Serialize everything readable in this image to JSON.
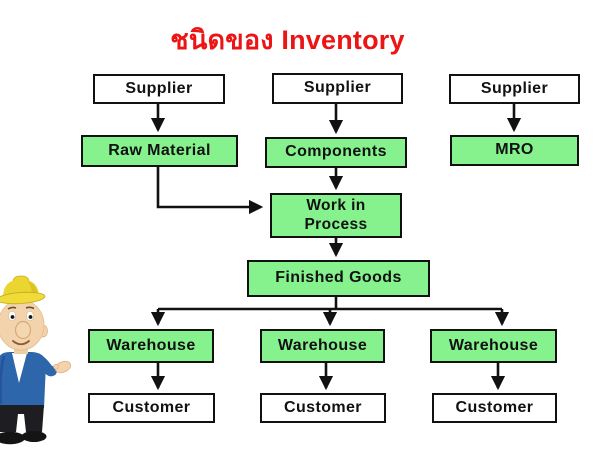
{
  "title": {
    "text": "ชนิดของ Inventory",
    "color": "#EC1414"
  },
  "colors": {
    "inventory_box_fill": "#85F28D",
    "external_box_fill": "#FFFFFF",
    "box_border": "#111111",
    "arrow": "#111111",
    "background": "#FFFFFF"
  },
  "nodes": {
    "supplier_1": {
      "label": "Supplier",
      "fill": "white"
    },
    "supplier_2": {
      "label": "Supplier",
      "fill": "white"
    },
    "supplier_3": {
      "label": "Supplier",
      "fill": "white"
    },
    "raw_material": {
      "label": "Raw Material",
      "fill": "green"
    },
    "components": {
      "label": "Components",
      "fill": "green"
    },
    "mro": {
      "label": "MRO",
      "fill": "green"
    },
    "work_in_process": {
      "label": "Work in\nProcess",
      "fill": "green"
    },
    "finished_goods": {
      "label": "Finished Goods",
      "fill": "green"
    },
    "warehouse_1": {
      "label": "Warehouse",
      "fill": "green"
    },
    "warehouse_2": {
      "label": "Warehouse",
      "fill": "green"
    },
    "warehouse_3": {
      "label": "Warehouse",
      "fill": "green"
    },
    "customer_1": {
      "label": "Customer",
      "fill": "white"
    },
    "customer_2": {
      "label": "Customer",
      "fill": "white"
    },
    "customer_3": {
      "label": "Customer",
      "fill": "white"
    }
  },
  "edges": [
    {
      "from": "supplier_1",
      "to": "raw_material"
    },
    {
      "from": "supplier_2",
      "to": "components"
    },
    {
      "from": "supplier_3",
      "to": "mro"
    },
    {
      "from": "raw_material",
      "to": "work_in_process"
    },
    {
      "from": "components",
      "to": "work_in_process"
    },
    {
      "from": "work_in_process",
      "to": "finished_goods"
    },
    {
      "from": "finished_goods",
      "to": "warehouse_1"
    },
    {
      "from": "finished_goods",
      "to": "warehouse_2"
    },
    {
      "from": "finished_goods",
      "to": "warehouse_3"
    },
    {
      "from": "warehouse_1",
      "to": "customer_1"
    },
    {
      "from": "warehouse_2",
      "to": "customer_2"
    },
    {
      "from": "warehouse_3",
      "to": "customer_3"
    }
  ],
  "illustration": {
    "name": "construction-worker-mascot",
    "hat_color": "#EAD531",
    "sweater_color": "#2E66AC",
    "pants_color": "#1E1E22",
    "skin_color": "#F2D3AC"
  }
}
